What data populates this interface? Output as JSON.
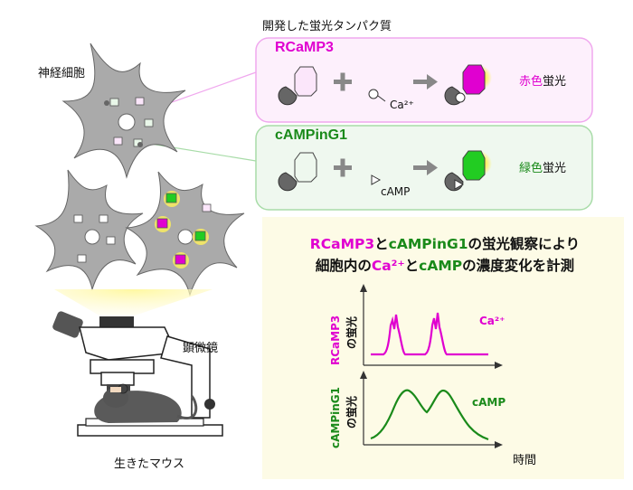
{
  "labels": {
    "developed_proteins": "開発した蛍光タンパク質",
    "neuron": "神経細胞",
    "microscope": "顕微鏡",
    "living_mouse": "生きたマウス"
  },
  "rcamp": {
    "name": "RCaMP3",
    "ligand": "Ca²⁺",
    "result_color": "赤色",
    "result_suffix": "蛍光"
  },
  "camping": {
    "name": "cAMPinG1",
    "ligand": "cAMP",
    "result_color": "緑色",
    "result_suffix": "蛍光"
  },
  "description": {
    "line1_a": "RCaMP3",
    "line1_b": "と",
    "line1_c": "cAMPinG1",
    "line1_d": "の蛍光観察により",
    "line2_a": "細胞内の",
    "line2_b": "Ca²⁺",
    "line2_c": "と",
    "line2_d": "cAMP",
    "line2_e": "の濃度変化を計測"
  },
  "graphs": {
    "top_ylabel_sensor": "RCaMP3",
    "top_ylabel_suffix": "の蛍光",
    "top_series": "Ca²⁺",
    "bottom_ylabel_sensor": "cAMPinG1",
    "bottom_ylabel_suffix": "の蛍光",
    "bottom_series": "cAMP",
    "xlabel": "時間"
  },
  "colors": {
    "magenta": "#e000d0",
    "green": "#1a8a1a",
    "bright_green": "#22cc22",
    "yellow_glow": "#fff15a",
    "rcamp_box_border": "#f0a8ee",
    "rcamp_box_bg": "#fdf0fc",
    "camping_box_border": "#a8dca8",
    "camping_box_bg": "#eff8ef",
    "description_bg": "#fdfbe6",
    "cell_fill": "#aaaaaa"
  }
}
